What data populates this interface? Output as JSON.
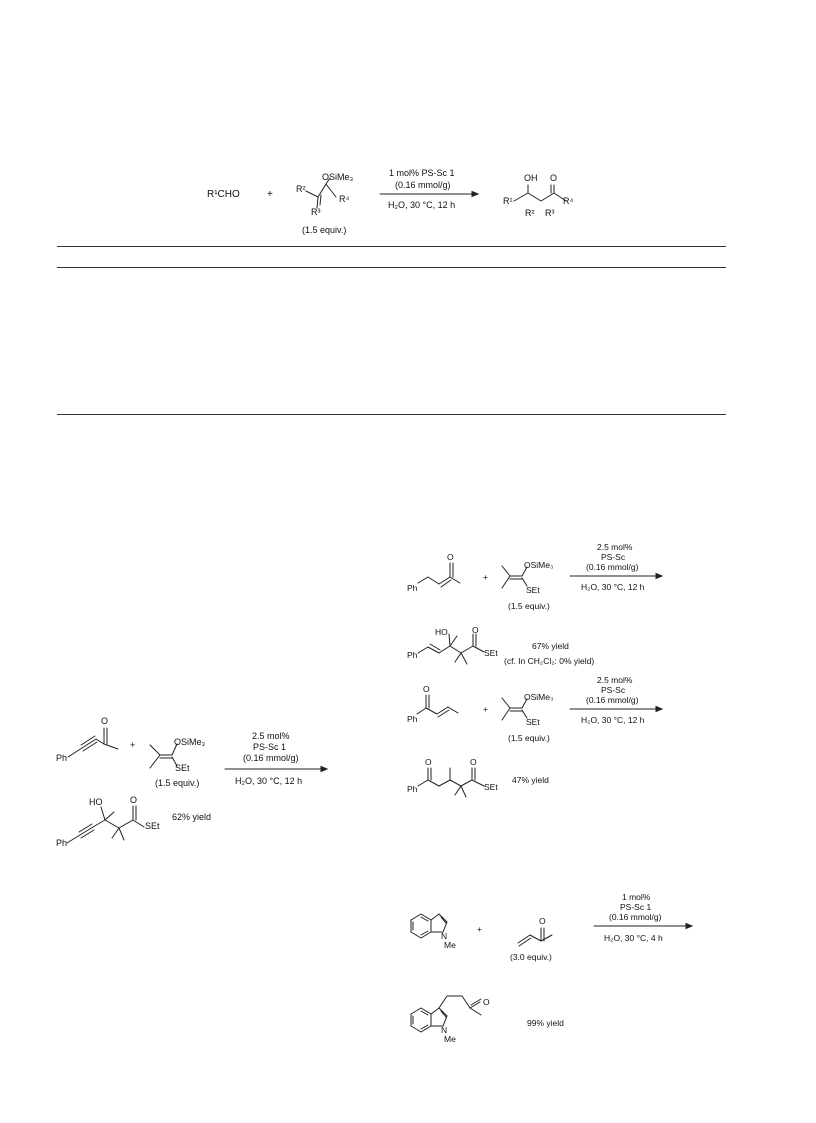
{
  "scheme1": {
    "reactant_aldehyde": "R¹CHO",
    "plus": "+",
    "silyl_group": "OSiMe₃",
    "r2": "R²",
    "r3": "R³",
    "r4": "R⁴",
    "equiv": "(1.5 equiv.)",
    "reagent_line1": "1 mol% PS-Sc 1",
    "reagent_line2": "(0.16 mmol/g)",
    "conditions": "H₂O, 30 °C, 12 h",
    "product_oh": "OH",
    "product_o": "O",
    "product_r1": "R¹",
    "product_r2": "R²",
    "product_r3": "R³",
    "product_r4": "R⁴"
  },
  "scheme_ynone": {
    "ph": "Ph",
    "o": "O",
    "plus": "+",
    "silyl_group": "OSiMe₃",
    "set": "SEt",
    "equiv": "(1.5 equiv.)",
    "reagent_line1": "2.5 mol%",
    "reagent_line2": "PS-Sc 1",
    "reagent_line3": "(0.16 mmol/g)",
    "conditions": "H₂O, 30 °C, 12 h",
    "product_ho": "HO",
    "product_o": "O",
    "product_set": "SEt",
    "product_ph": "Ph",
    "yield": "62% yield"
  },
  "scheme_enone": {
    "ph": "Ph",
    "o": "O",
    "plus": "+",
    "silyl_group": "OSiMe₃",
    "set": "SEt",
    "equiv": "(1.5 equiv.)",
    "reagent_line1": "2.5 mol%",
    "reagent_line2": "PS-Sc",
    "reagent_line3": "(0.16 mmol/g)",
    "conditions": "H₂O, 30 °C, 12 h",
    "product_ho": "HO",
    "product_o": "O",
    "product_set": "SEt",
    "product_ph": "Ph",
    "yield": "67% yield",
    "note": "(cf. In CH₂Cl₂: 0% yield)"
  },
  "scheme_michael": {
    "ph": "Ph",
    "o": "O",
    "plus": "+",
    "silyl_group": "OSiMe₃",
    "set": "SEt",
    "equiv": "(1.5 equiv.)",
    "reagent_line1": "2.5 mol%",
    "reagent_line2": "PS-Sc",
    "reagent_line3": "(0.16 mmol/g)",
    "conditions": "H₂O, 30 °C, 12 h",
    "product_o1": "O",
    "product_o2": "O",
    "product_ph": "Ph",
    "product_set": "SEt",
    "yield": "47% yield"
  },
  "scheme_indole": {
    "n": "N",
    "me": "Me",
    "plus": "+",
    "o": "O",
    "equiv": "(3.0 equiv.)",
    "reagent_line1": "1 mol%",
    "reagent_line2": "PS-Sc 1",
    "reagent_line3": "(0.16 mmol/g)",
    "conditions": "H₂O, 30 °C, 4 h",
    "product_n": "N",
    "product_me": "Me",
    "product_o": "O",
    "yield": "99% yield"
  }
}
